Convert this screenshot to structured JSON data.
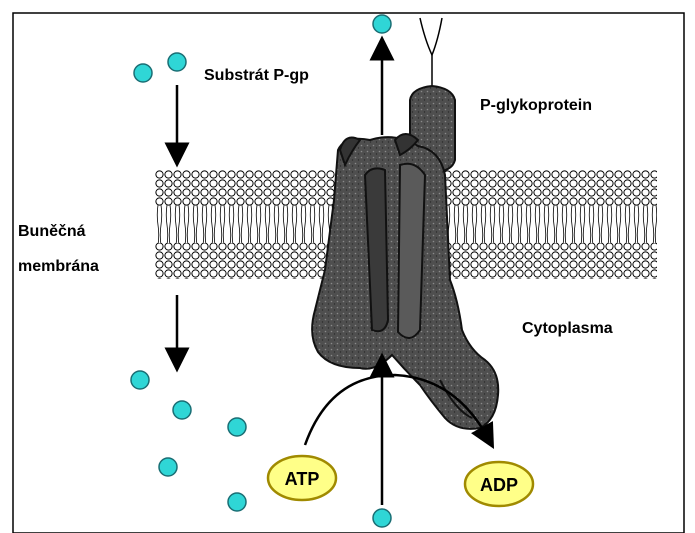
{
  "labels": {
    "substrate": "Substrát P-gp",
    "protein": "P-glykoprotein",
    "membrane_line1": "Buněčná",
    "membrane_line2": "membrána",
    "cytoplasm": "Cytoplasma",
    "atp": "ATP",
    "adp": "ADP"
  },
  "colors": {
    "molecule_fill": "#2fd6d6",
    "molecule_stroke": "#1a6e74",
    "badge_fill": "#ffff88",
    "badge_stroke": "#a08a00",
    "protein_fill": "#4f4f4f",
    "protein_dark": "#222222",
    "frame": "#000000"
  },
  "icons": [
    "substrate-molecule-icon",
    "lipid-bilayer-icon",
    "p-glycoprotein-icon",
    "arrow-icon"
  ]
}
